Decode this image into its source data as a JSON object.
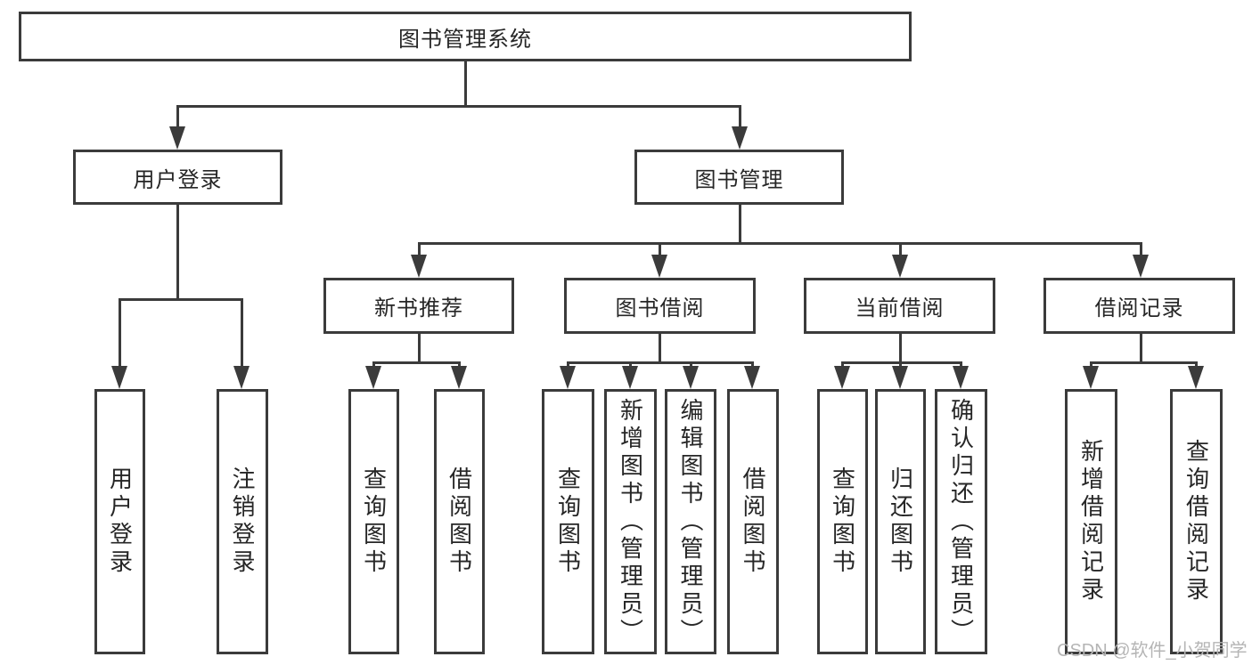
{
  "diagram": {
    "root": {
      "label": "图书管理系统"
    },
    "level2": [
      {
        "label": "用户登录"
      },
      {
        "label": "图书管理"
      }
    ],
    "level3": [
      {
        "label": "新书推荐"
      },
      {
        "label": "图书借阅"
      },
      {
        "label": "当前借阅"
      },
      {
        "label": "借阅记录"
      }
    ],
    "leaves": [
      {
        "label": "用户登录"
      },
      {
        "label": "注销登录"
      },
      {
        "label": "查询图书"
      },
      {
        "label": "借阅图书"
      },
      {
        "label": "查询图书"
      },
      {
        "label": "新增图书（管理员）"
      },
      {
        "label": "编辑图书（管理员）"
      },
      {
        "label": "借阅图书"
      },
      {
        "label": "查询图书"
      },
      {
        "label": "归还图书"
      },
      {
        "label": "确认归还（管理员）"
      },
      {
        "label": "新增借阅记录"
      },
      {
        "label": "查询借阅记录"
      }
    ]
  },
  "watermark": {
    "text": "CSDN @软件_小贺同学"
  },
  "colors": {
    "line": "#3b3b3b",
    "text": "#262626",
    "watermark": "#b5b5b5",
    "background": "#ffffff"
  }
}
